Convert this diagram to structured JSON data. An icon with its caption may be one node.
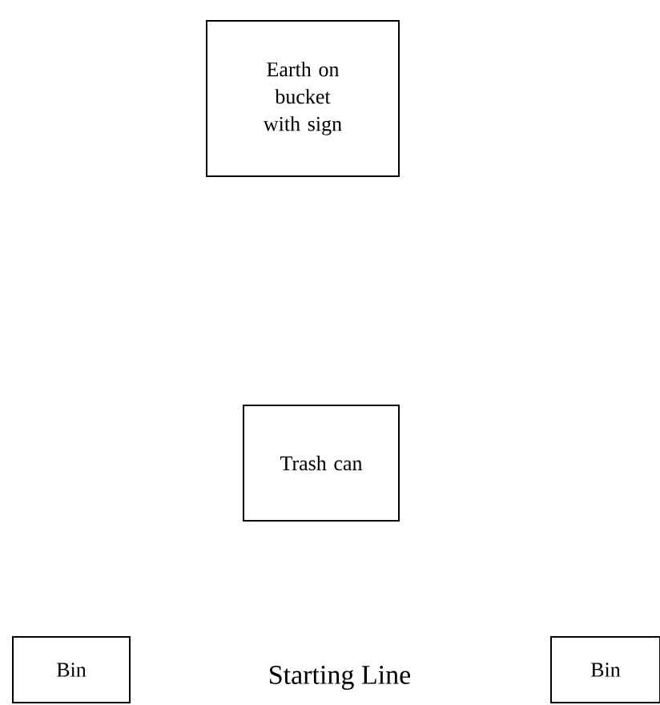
{
  "diagram": {
    "nodes": [
      {
        "text": [
          "Earth on bucket with sign"
        ]
      },
      {
        "text": [
          "Trash can"
        ]
      },
      {
        "text": [
          "Bin"
        ]
      },
      {
        "text": [
          "Bin"
        ]
      }
    ],
    "labels": [
      "Starting Line"
    ]
  }
}
